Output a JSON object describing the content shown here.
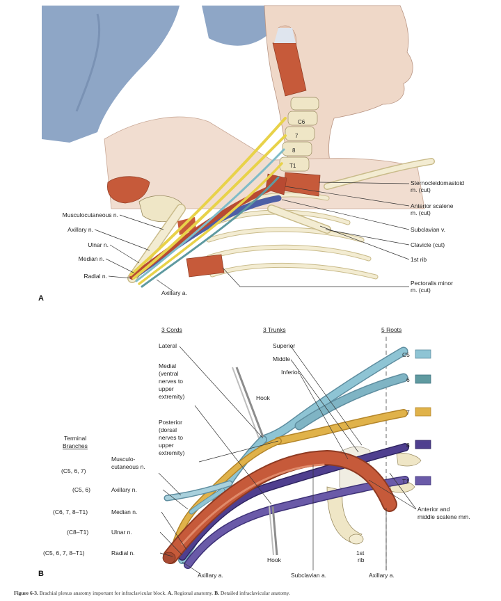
{
  "panelA": {
    "letter": "A",
    "labels": {
      "c6": "C6",
      "c7": "7",
      "c8": "8",
      "t1": "T1",
      "sternocleidomastoid_1": "Sternocleidomastoid",
      "sternocleidomastoid_2": "m. (cut)",
      "anterior_scalene_1": "Anterior scalene",
      "anterior_scalene_2": "m. (cut)",
      "subclavian_v": "Subclavian v.",
      "clavicle": "Clavicle (cut)",
      "first_rib": "1st rib",
      "pectoralis_1": "Pectoralis minor",
      "pectoralis_2": "m. (cut)",
      "musculocutaneous": "Musculocutaneous n.",
      "axillary_n": "Axillary n.",
      "ulnar": "Ulnar n.",
      "median": "Median n.",
      "radial": "Radial n.",
      "axillary_a": "Axillary a."
    }
  },
  "panelB": {
    "letter": "B",
    "headers": {
      "cords": "3 Cords",
      "trunks": "3 Trunks",
      "roots": "5 Roots"
    },
    "cords": {
      "lateral": "Lateral",
      "medial": [
        "Medial",
        "(ventral",
        "nerves to",
        "upper",
        "extremity)"
      ],
      "posterior": [
        "Posterior",
        "(dorsal",
        "nerves to",
        "upper",
        "extremity)"
      ]
    },
    "trunks": {
      "superior": "Superior",
      "middle": "Middle",
      "inferior": "Inferior"
    },
    "roots": [
      {
        "label": "C5",
        "color": "#8ec4d4"
      },
      {
        "label": "6",
        "color": "#5f9aa0"
      },
      {
        "label": "7",
        "color": "#e0b24a"
      },
      {
        "label": "8",
        "color": "#4f3f8f"
      },
      {
        "label": "T1",
        "color": "#6a5aa8"
      }
    ],
    "hook_top": "Hook",
    "hook_bottom": "Hook",
    "terminal_header": [
      "Terminal",
      "Branches"
    ],
    "branches": [
      {
        "segments": "(C5, 6, 7)",
        "name": [
          "Musculo-",
          "cutaneous n."
        ]
      },
      {
        "segments": "(C5, 6)",
        "name": [
          "Axillary n."
        ]
      },
      {
        "segments": "(C6, 7, 8–T1)",
        "name": [
          "Median n."
        ]
      },
      {
        "segments": "(C8–T1)",
        "name": [
          "Ulnar n."
        ]
      },
      {
        "segments": "(C5, 6, 7, 8–T1)",
        "name": [
          "Radial n."
        ]
      }
    ],
    "scalene": [
      "Anterior and",
      "middle scalene mm."
    ],
    "first_rib": [
      "1st",
      "rib"
    ],
    "axillary_a_left": "Axillary a.",
    "subclavian_a": "Subclavian a.",
    "axillary_a_right": "Axillary a."
  },
  "caption": {
    "title": "Figure 6-3.",
    "text": "Brachial plexus anatomy important for infraclavicular block.",
    "a_letter": "A.",
    "a_text": "Regional anatomy.",
    "b_letter": "B.",
    "b_text": "Detailed infraclavicular anatomy."
  },
  "colors": {
    "skin": "#eed9c9",
    "drape": "#8ea6c6",
    "muscle": "#c65a3a",
    "bone": "#efe6c6",
    "nerve_yellow": "#e8d24a",
    "vein_blue": "#4d5fa6",
    "c5": "#8ec4d4",
    "c6": "#5f9aa0",
    "c7": "#e0b24a",
    "c8": "#4f3f8f",
    "t1": "#6a5aa8"
  }
}
